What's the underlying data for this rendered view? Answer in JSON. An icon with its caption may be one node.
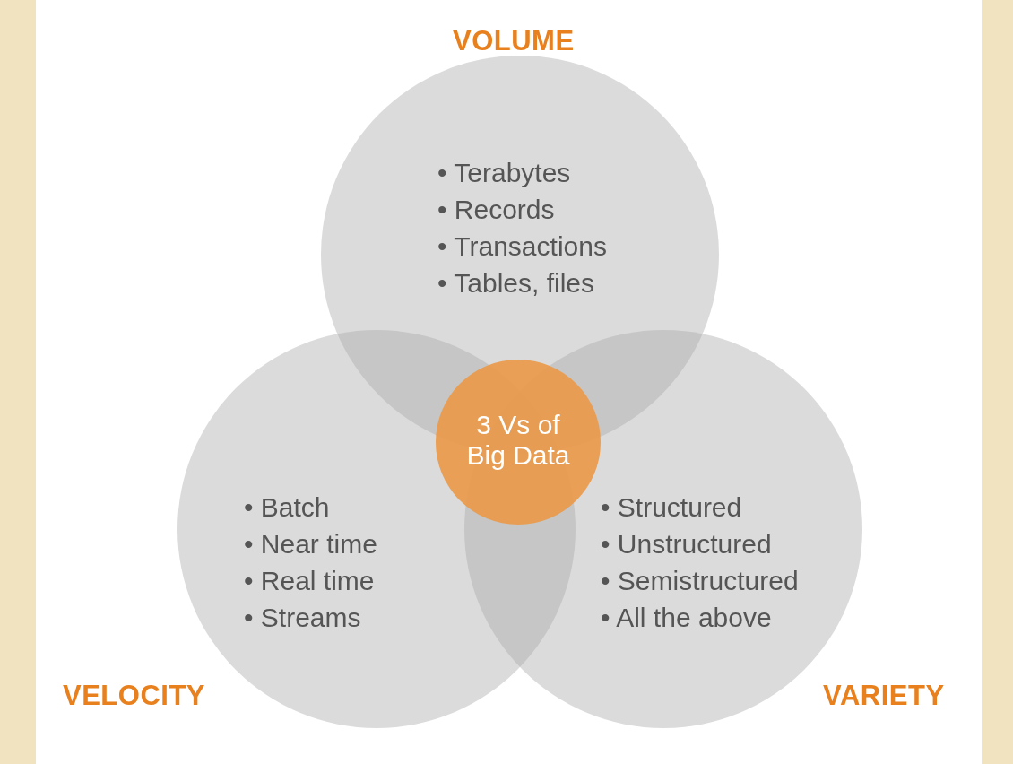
{
  "diagram": {
    "nodes": [
      {
        "text": [
          "VOLUME",
          "• Terabytes",
          "• Records",
          "• Transactions",
          "• Tables, files"
        ]
      },
      {
        "text": [
          "3 Vs of Big Data"
        ]
      },
      {
        "text": [
          "VELOCITY",
          "• Batch",
          "• Near time",
          "• Real time",
          "• Streams"
        ]
      },
      {
        "text": [
          "VARIETY",
          "• Structured",
          "• Unstructured",
          "• Semistructured",
          "• All the above"
        ]
      }
    ],
    "edges": []
  }
}
